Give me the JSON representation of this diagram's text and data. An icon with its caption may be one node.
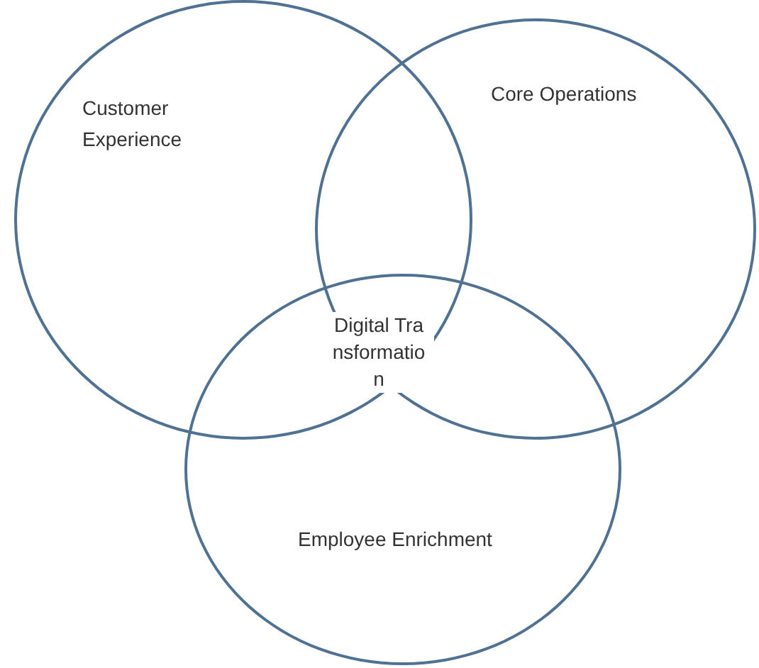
{
  "diagram": {
    "nodes": [
      {
        "text": [
          "Customer Experience"
        ]
      },
      {
        "text": [
          "Core Operations"
        ]
      },
      {
        "text": [
          "Employee Enrichment"
        ]
      },
      {
        "text": [
          "Digital Transformation"
        ]
      }
    ]
  }
}
